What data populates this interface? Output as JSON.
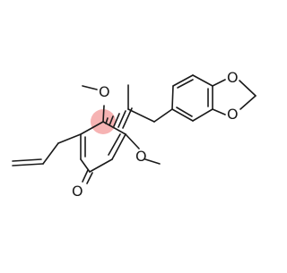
{
  "molecule": {
    "atom_labels": {
      "methoxy_top_o": "O",
      "methoxy_right_o": "O",
      "ketone_o": "O",
      "dioxole_o_upper": "O",
      "dioxole_o_lower": "O"
    },
    "colors": {
      "bond": "#1a1a1a",
      "stereo_highlight": "#f4a6a6",
      "background": "#ffffff"
    }
  }
}
